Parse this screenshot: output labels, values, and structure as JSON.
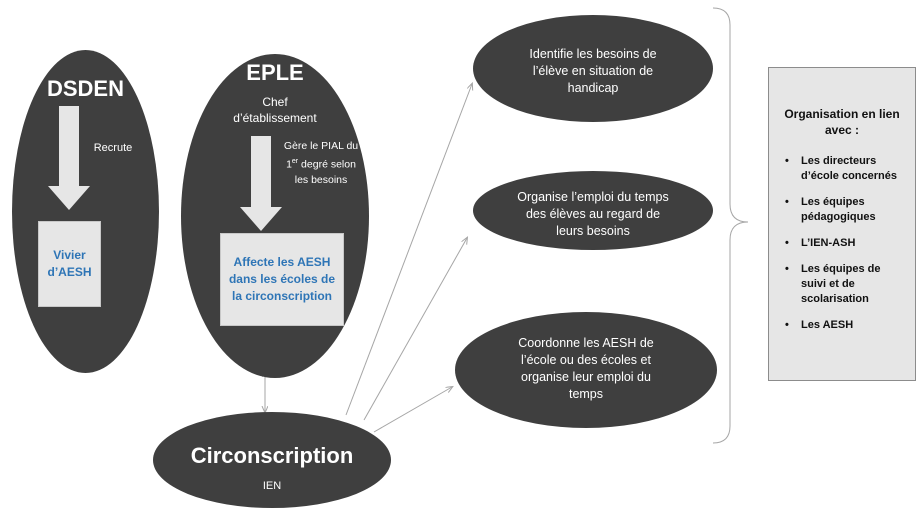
{
  "dsden": {
    "title": "DSDEN",
    "arrow_label": "Recrute",
    "box_label": "Vivier d’AESH"
  },
  "eple": {
    "title": "EPLE",
    "subtitle_line1": "Chef",
    "subtitle_line2": "d’établissement",
    "arrow_label_line1": "Gère le PIAL du",
    "arrow_label_line2_pre": "1",
    "arrow_label_line2_sup": "er",
    "arrow_label_line2_post": " degré selon",
    "arrow_label_line3": "les besoins",
    "box_label": "Affecte les AESH dans les écoles de la circonscription"
  },
  "circonscription": {
    "title": "Circonscription",
    "subtitle": "IEN"
  },
  "missions": [
    {
      "text": "Identifie les besoins de l’élève en situation de handicap"
    },
    {
      "text": "Organise l’emploi du temps des élèves au regard de leurs besoins"
    },
    {
      "text": "Coordonne les AESH de l’école ou des écoles et organise leur emploi du temps"
    }
  ],
  "organisation": {
    "title": "Organisation en lien avec :",
    "items": [
      "Les directeurs d’école concernés",
      "Les équipes pédagogiques",
      "L’IEN-ASH",
      "Les équipes de suivi et de scolarisation",
      "Les AESH"
    ]
  },
  "colors": {
    "ellipse_fill": "#3f3f3f",
    "box_fill": "#e6e6e6",
    "box_text": "#2e75b6",
    "connector": "#a6a6a6"
  }
}
